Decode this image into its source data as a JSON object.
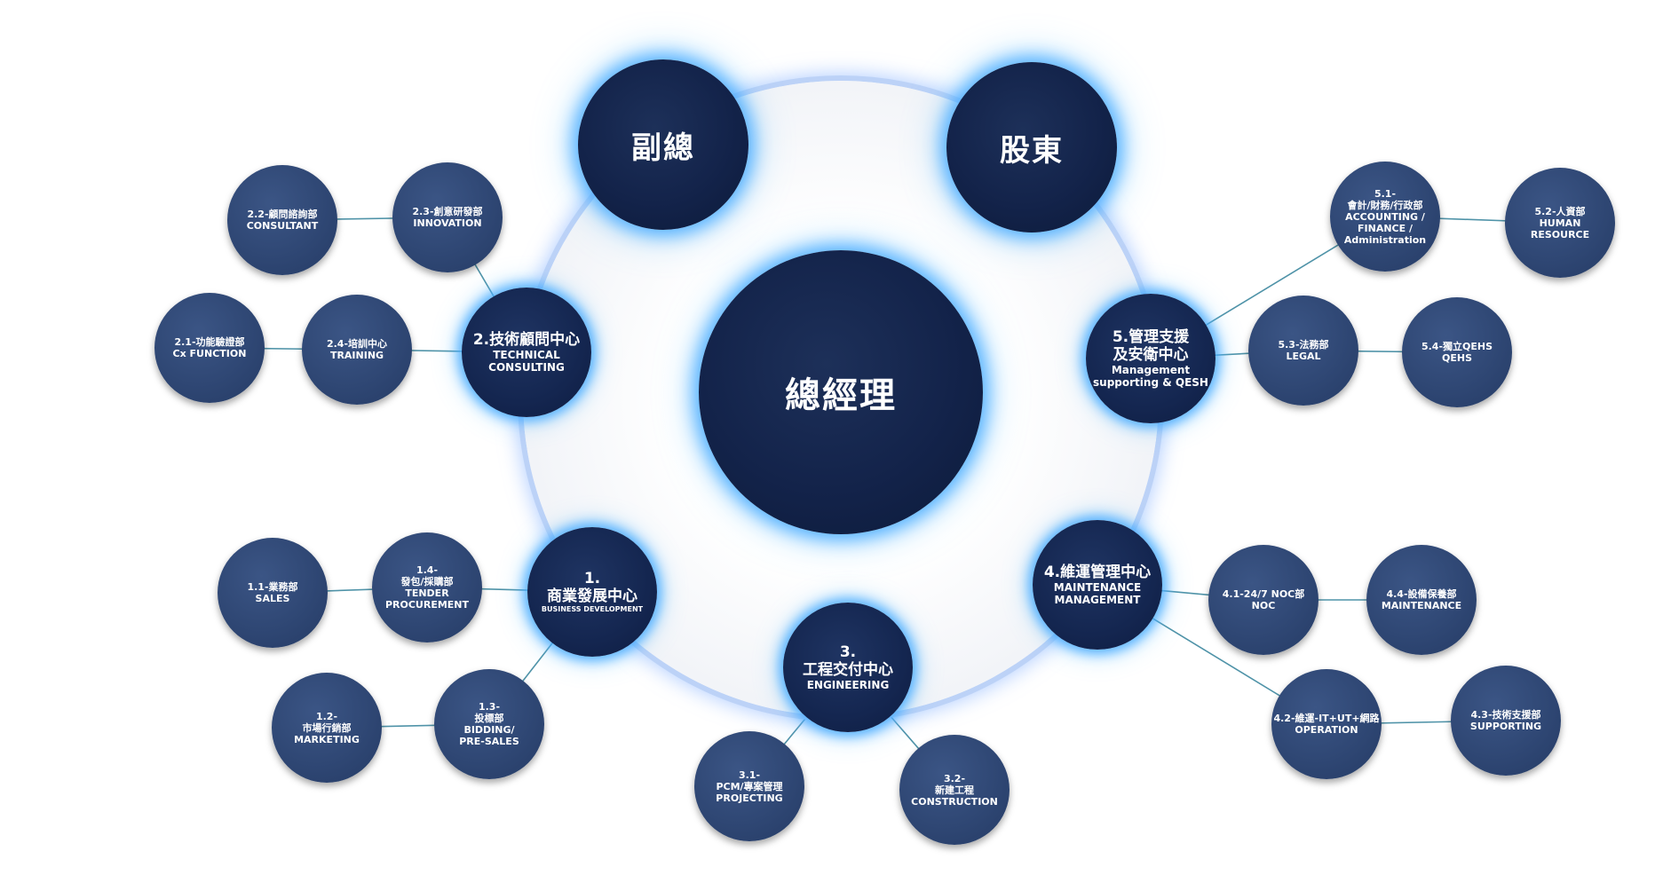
{
  "center": {
    "lines": [
      "總經理"
    ]
  },
  "top_left": {
    "lines": [
      "副總"
    ]
  },
  "top_right": {
    "lines": [
      "股東"
    ]
  },
  "centers": {
    "c2": {
      "lines": [
        "2.技術顧問中心",
        "TECHNICAL",
        "CONSULTING"
      ]
    },
    "c5": {
      "lines": [
        "5.管理支援",
        "及安衛中心",
        "Management",
        "supporting & QESH"
      ]
    },
    "c1": {
      "lines": [
        "1.",
        "商業發展中心",
        "BUSINESS DEVELOPMENT"
      ]
    },
    "c3": {
      "lines": [
        "3.",
        "工程交付中心",
        "ENGINEERING"
      ]
    },
    "c4": {
      "lines": [
        "4.維運管理中心",
        "MAINTENANCE",
        "MANAGEMENT"
      ]
    }
  },
  "departments": {
    "d22": {
      "lines": [
        "2.2-顧問諮詢部",
        "CONSULTANT"
      ]
    },
    "d23": {
      "lines": [
        "2.3-創意研發部",
        "INNOVATION"
      ]
    },
    "d21": {
      "lines": [
        "2.1-功能驗證部",
        "Cx FUNCTION"
      ]
    },
    "d24": {
      "lines": [
        "2.4-培訓中心",
        "TRAINING"
      ]
    },
    "d51": {
      "lines": [
        "5.1-",
        "會計/財務/行政部",
        "ACCOUNTING /",
        "FINANCE /",
        "Administration"
      ]
    },
    "d52": {
      "lines": [
        "5.2-人資部",
        "HUMAN",
        "RESOURCE"
      ]
    },
    "d53": {
      "lines": [
        "5.3-法務部",
        "LEGAL"
      ]
    },
    "d54": {
      "lines": [
        "5.4-獨立QEHS",
        "QEHS"
      ]
    },
    "d11": {
      "lines": [
        "1.1-業務部",
        "SALES"
      ]
    },
    "d14": {
      "lines": [
        "1.4-",
        "發包/採購部",
        "TENDER",
        "PROCUREMENT"
      ]
    },
    "d12": {
      "lines": [
        "1.2-",
        "市場行銷部",
        "MARKETING"
      ]
    },
    "d13": {
      "lines": [
        "1.3-",
        "投標部",
        "BIDDING/",
        "PRE-SALES"
      ]
    },
    "d31": {
      "lines": [
        "3.1-",
        "PCM/專案管理",
        "PROJECTING"
      ]
    },
    "d32": {
      "lines": [
        "3.2-",
        "新建工程",
        "CONSTRUCTION"
      ]
    },
    "d41": {
      "lines": [
        "4.1-24/7 NOC部",
        "NOC"
      ]
    },
    "d44": {
      "lines": [
        "4.4-設備保養部",
        "MAINTENANCE"
      ]
    },
    "d42": {
      "lines": [
        "4.2-維運-IT+UT+網路",
        "OPERATION"
      ]
    },
    "d43": {
      "lines": [
        "4.3-技術支援部",
        "SUPPORTING"
      ]
    }
  },
  "colors": {
    "connector": "#4f93a8",
    "dept_fill": "#2f4774",
    "center_fill": "#13234a",
    "glow": "#46aaff"
  }
}
